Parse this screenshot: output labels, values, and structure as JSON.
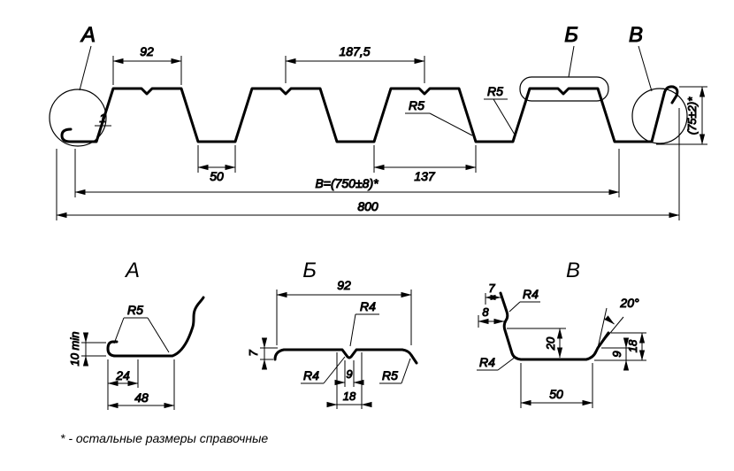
{
  "main": {
    "callout_a": "А",
    "callout_b": "Б",
    "callout_v": "В",
    "dim_crest_width": "92",
    "dim_pitch": "187,5",
    "dim_thickness": "1",
    "dim_valley_width": "50",
    "dim_valley_gap": "137",
    "radius_valley": "R5",
    "radius_crest": "R5",
    "dim_cover_width": "B=(750±8)*",
    "dim_overall_width": "800",
    "dim_height": "(75±2)*"
  },
  "detail_a": {
    "title": "А",
    "dim_hem": "10 min",
    "radius": "R5",
    "dim_inner": "24",
    "dim_outer": "48"
  },
  "detail_b": {
    "title": "Б",
    "dim_width": "92",
    "radius_groove_right": "R4",
    "dim_height": "7",
    "radius_groove_left": "R4",
    "dim_groove_inner": "9",
    "radius_edge": "R5",
    "dim_groove_outer": "18"
  },
  "detail_v": {
    "title": "В",
    "dim_top_7": "7",
    "radius_top": "R4",
    "dim_top_8": "8",
    "angle_edge": "20°",
    "radius_bottom": "R4",
    "dim_20": "20",
    "dim_flange": "50",
    "dim_9": "9",
    "dim_18": "18"
  },
  "footnote": "* - остальные размеры справочные"
}
